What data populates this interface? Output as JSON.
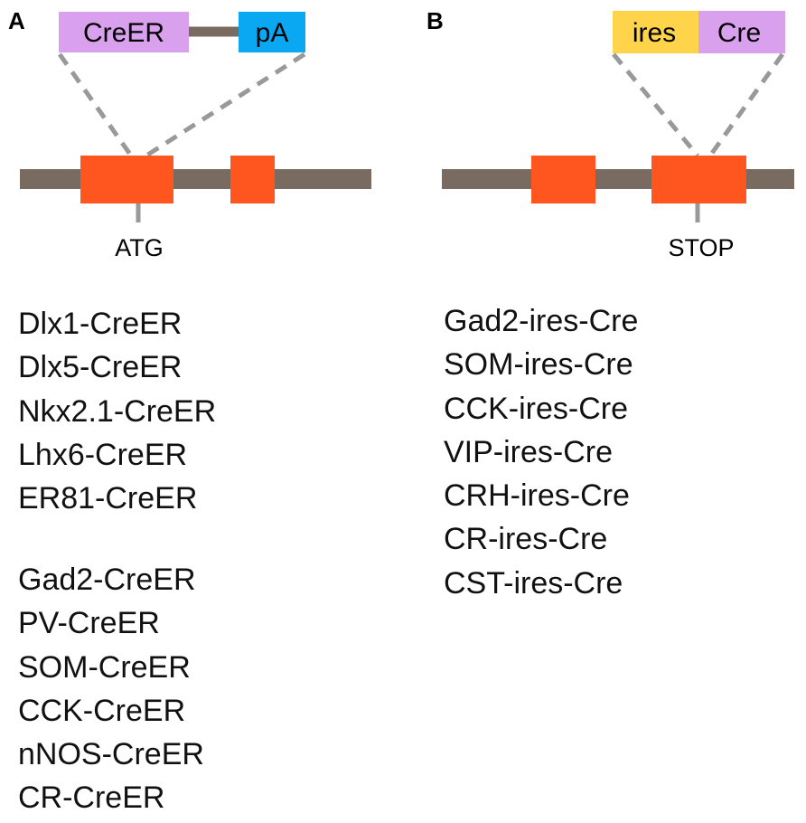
{
  "panels": {
    "a": {
      "letter": "A",
      "construct": {
        "left_box": "CreER",
        "right_box": "pA"
      },
      "site_label": "ATG",
      "lines_group1": [
        "Dlx1-CreER",
        "Dlx5-CreER",
        "Nkx2.1-CreER",
        "Lhx6-CreER",
        "ER81-CreER"
      ],
      "lines_group2": [
        "Gad2-CreER",
        "PV-CreER",
        "SOM-CreER",
        "CCK-CreER",
        "nNOS-CreER",
        "CR-CreER"
      ]
    },
    "b": {
      "letter": "B",
      "construct": {
        "left_box": "ires",
        "right_box": "Cre"
      },
      "site_label": "STOP",
      "lines": [
        "Gad2-ires-Cre",
        "SOM-ires-Cre",
        "CCK-ires-Cre",
        "VIP-ires-Cre",
        "CRH-ires-Cre",
        "CR-ires-Cre",
        "CST-ires-Cre"
      ]
    }
  },
  "colors": {
    "backbone": "#7a6b60",
    "exon": "#ff5620",
    "creer_box": "#d9a0ee",
    "pa_box": "#0aa8f2",
    "ires_box": "#ffd44a",
    "cre_box": "#d9a0ee",
    "dashed_line": "#999999",
    "site_tick": "#999999"
  }
}
